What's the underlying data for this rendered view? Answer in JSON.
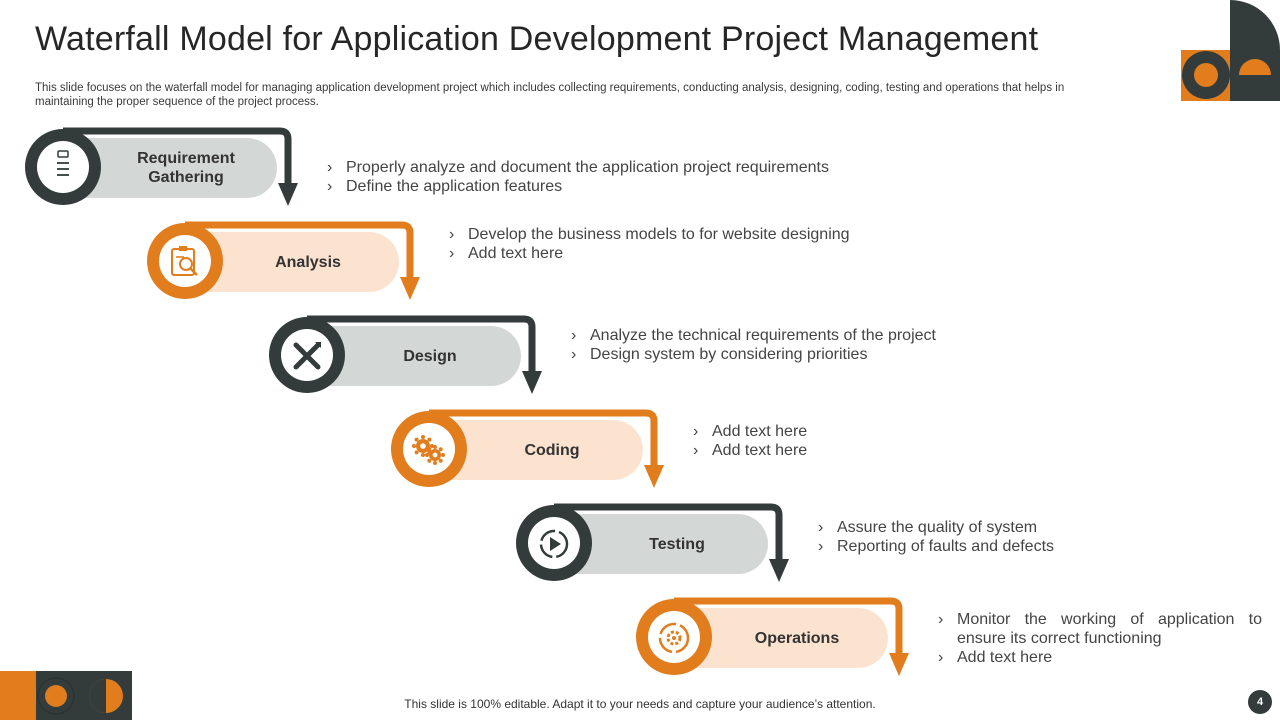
{
  "title": "Waterfall Model for Application Development Project Management",
  "subtitle": "This slide focuses on the waterfall model for managing application development project which includes collecting requirements, conducting analysis, designing, coding, testing and operations that helps in maintaining the proper sequence of the project process.",
  "bullet_marker": "›",
  "colors": {
    "dark": "#333b3b",
    "orange": "#e27d1e",
    "light_gray": "#d3d7d6",
    "light_peach": "#fbe3d0"
  },
  "steps": [
    {
      "label": "Requirement Gathering",
      "theme": "dark",
      "icon": "clipboard-icon",
      "bullets": [
        "Properly analyze and document the application project requirements",
        "Define the application features"
      ]
    },
    {
      "label": "Analysis",
      "theme": "orange",
      "icon": "chart-magnifier-icon",
      "bullets": [
        "Develop the business models to for website designing",
        "Add text here"
      ]
    },
    {
      "label": "Design",
      "theme": "dark",
      "icon": "design-tools-icon",
      "bullets": [
        "Analyze the technical requirements of the project",
        "Design system by considering priorities"
      ]
    },
    {
      "label": "Coding",
      "theme": "orange",
      "icon": "gears-icon",
      "bullets": [
        "Add text here",
        "Add text here"
      ]
    },
    {
      "label": "Testing",
      "theme": "dark",
      "icon": "play-cycle-icon",
      "bullets": [
        "Assure the quality of system",
        "Reporting of faults and defects"
      ]
    },
    {
      "label": "Operations",
      "theme": "orange",
      "icon": "gear-cycle-icon",
      "bullets": [
        "Monitor the working of application to ensure its correct functioning",
        "Add text here"
      ]
    }
  ],
  "footer": "This slide is 100% editable. Adapt it to your needs and capture your audience’s attention.",
  "page_number": "4"
}
